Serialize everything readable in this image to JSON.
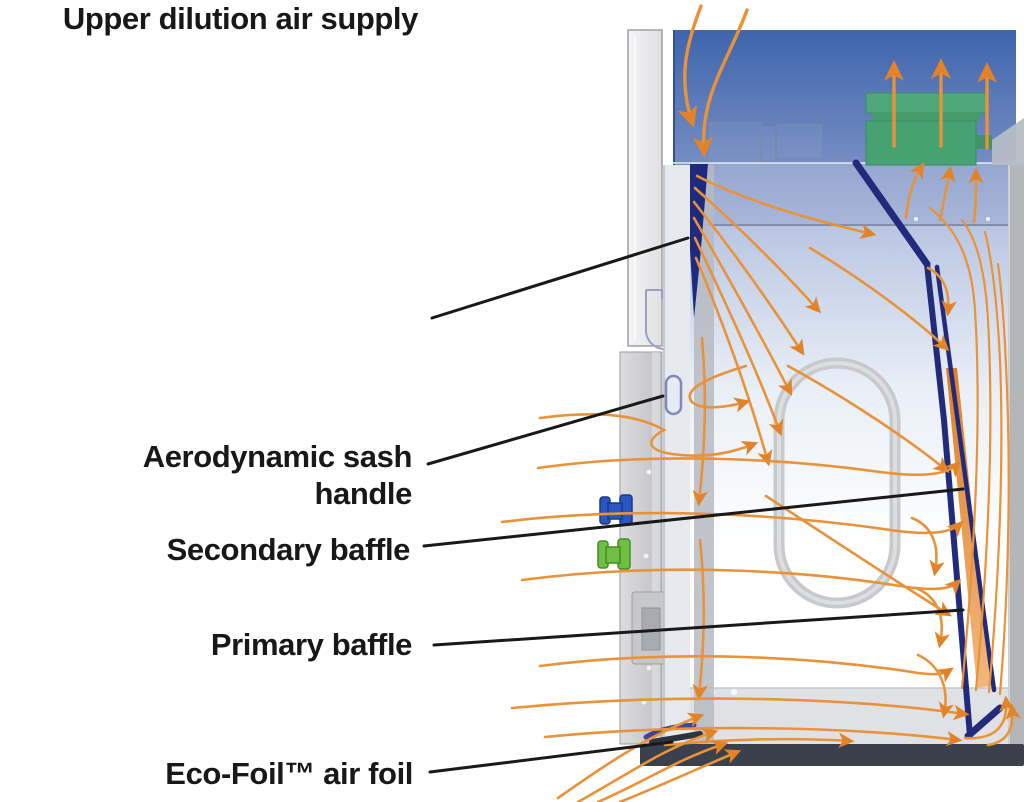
{
  "labels": [
    {
      "id": "upper-dilution-air-supply",
      "text": "Upper dilution air supply"
    },
    {
      "id": "aerodynamic-sash-handle",
      "text": "Aerodynamic sash handle"
    },
    {
      "id": "secondary-baffle",
      "text": "Secondary baffle"
    },
    {
      "id": "primary-baffle",
      "text": "Primary baffle"
    },
    {
      "id": "eco-foil-air-foil",
      "text": "Eco-Foil™ air foil"
    }
  ],
  "colors": {
    "label_text": "#181818",
    "leader_line": "#191919",
    "airflow_orange": "#e8923a",
    "baffle_navy": "#222b7b",
    "exhaust_green": "#47a271",
    "knob_blue": "#2b55c0",
    "knob_green": "#6fbf44",
    "worktop_dark": "#3a404c",
    "plenum_blue_top": "#3f65ad",
    "plenum_blue_bottom": "#8d9fcc",
    "structure_gray": "#c6c7ca"
  }
}
